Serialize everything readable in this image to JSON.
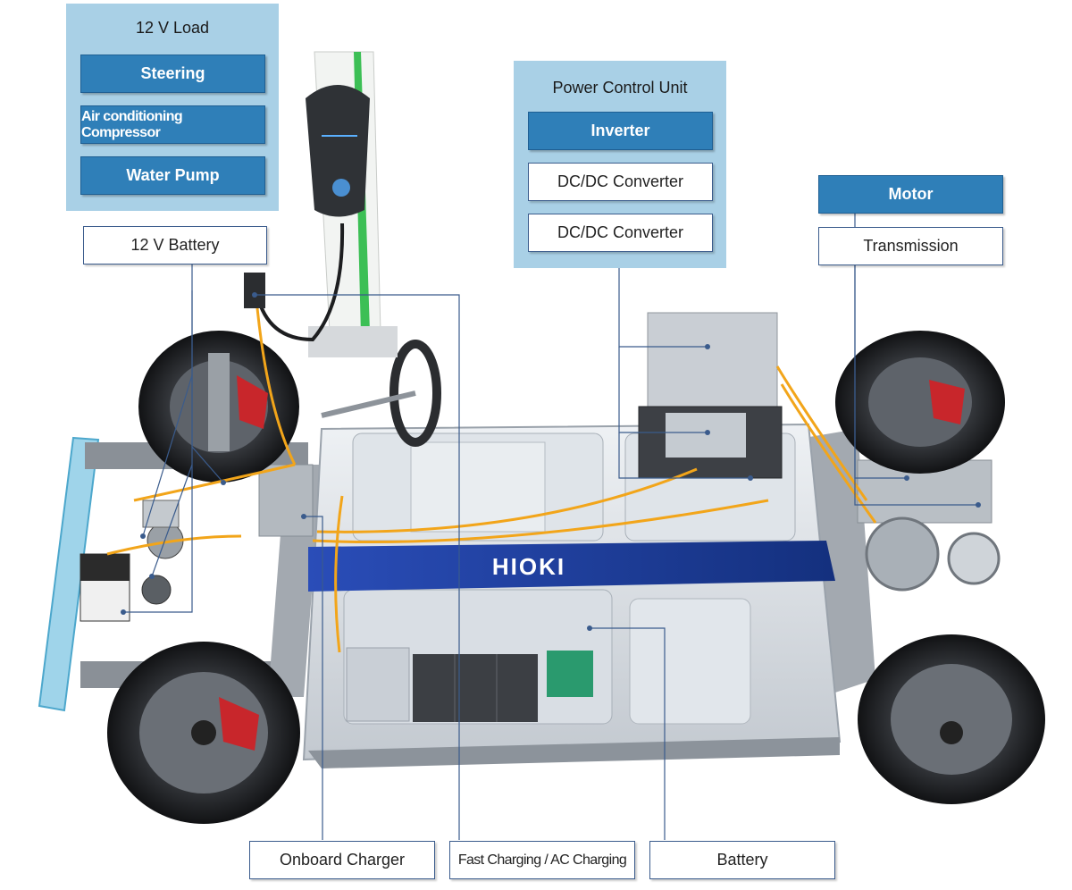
{
  "load_panel": {
    "title": "12 V Load",
    "items": [
      "Steering",
      "Air conditioning Compressor",
      "Water Pump"
    ],
    "battery": "12 V Battery"
  },
  "pcu_panel": {
    "title": "Power Control Unit",
    "items": [
      "Inverter",
      "DC/DC Converter",
      "DC/DC Converter"
    ]
  },
  "drive": {
    "motor": "Motor",
    "transmission": "Transmission"
  },
  "bottom_labels": [
    "Onboard Charger",
    "Fast Charging / AC Charging",
    "Battery"
  ],
  "brand_text": "HIOKI",
  "colors": {
    "panel": "#a9d0e6",
    "blue_box": "#2f7fb8",
    "line": "#3a5b8c",
    "cable": "#f2a51a",
    "bar": "#1f3fa0"
  }
}
